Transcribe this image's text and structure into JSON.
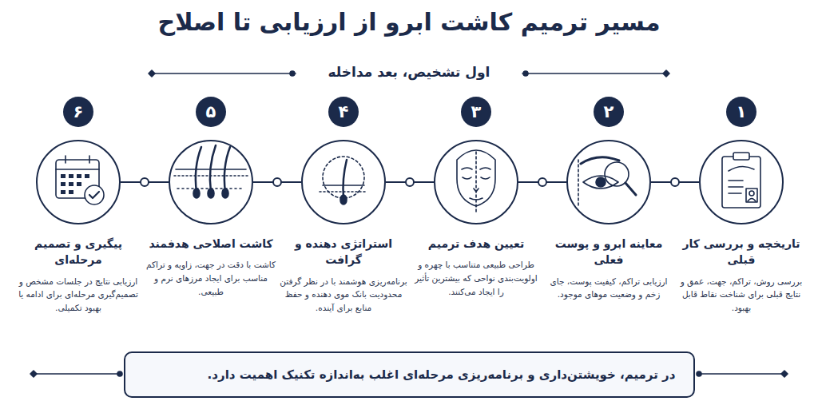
{
  "diagram": {
    "title": "مسیر ترمیم کاشت ابرو از ارزیابی تا اصلاح",
    "nodes": [
      {
        "text": [
          "۱"
        ]
      },
      {
        "text": [
          "تاریخچه و بررسی کار قبلی",
          "بررسی روش، تراکم، جهت، عمق و نتایج قبلی برای شناخت نقاط قابل بهبود."
        ]
      },
      {
        "text": [
          "۲"
        ]
      },
      {
        "text": [
          "معاینه ابرو و پوست فعلی",
          "ارزیابی تراکم، کیفیت پوست، جای زخم و وضعیت موهای موجود."
        ]
      },
      {
        "text": [
          "۳"
        ]
      },
      {
        "text": [
          "تعیین هدف ترمیم",
          "طراحی طبیعی متناسب با چهره و اولویت‌بندی نواحی که بیشترین تأثیر را ایجاد می‌کنند."
        ]
      },
      {
        "text": [
          "۴"
        ]
      },
      {
        "text": [
          "استراتژی دهنده و گرافت",
          "برنامه‌ریزی هوشمند با در نظر گرفتن محدودیت بانک موی دهنده و حفظ منابع برای آینده."
        ]
      },
      {
        "text": [
          "۵"
        ]
      },
      {
        "text": [
          "کاشت اصلاحی هدفمند",
          "کاشت با دقت در جهت، زاویه و تراکم مناسب برای ایجاد مرزهای نرم و طبیعی."
        ]
      },
      {
        "text": [
          "۶"
        ]
      },
      {
        "text": [
          "پیگیری و تصمیم مرحله‌ای",
          "ارزیابی نتایج در جلسات مشخص و تصمیم‌گیری مرحله‌ای برای ادامه یا بهبود تکمیلی."
        ]
      },
      {
        "text": [
          "در ترمیم، خویشتن‌داری و برنامه‌ریزی مرحله‌ای اغلب به‌اندازه تکنیک اهمیت دارد."
        ]
      }
    ],
    "edges": [
      {
        "from": 1,
        "to": 3,
        "arrow": "none"
      },
      {
        "from": 3,
        "to": 5,
        "arrow": "none"
      },
      {
        "from": 5,
        "to": 7,
        "arrow": "none"
      },
      {
        "from": 7,
        "to": 9,
        "arrow": "none"
      },
      {
        "from": 9,
        "to": 11,
        "arrow": "none"
      }
    ],
    "labels": [
      "اول تشخیص، بعد مداخله"
    ]
  }
}
